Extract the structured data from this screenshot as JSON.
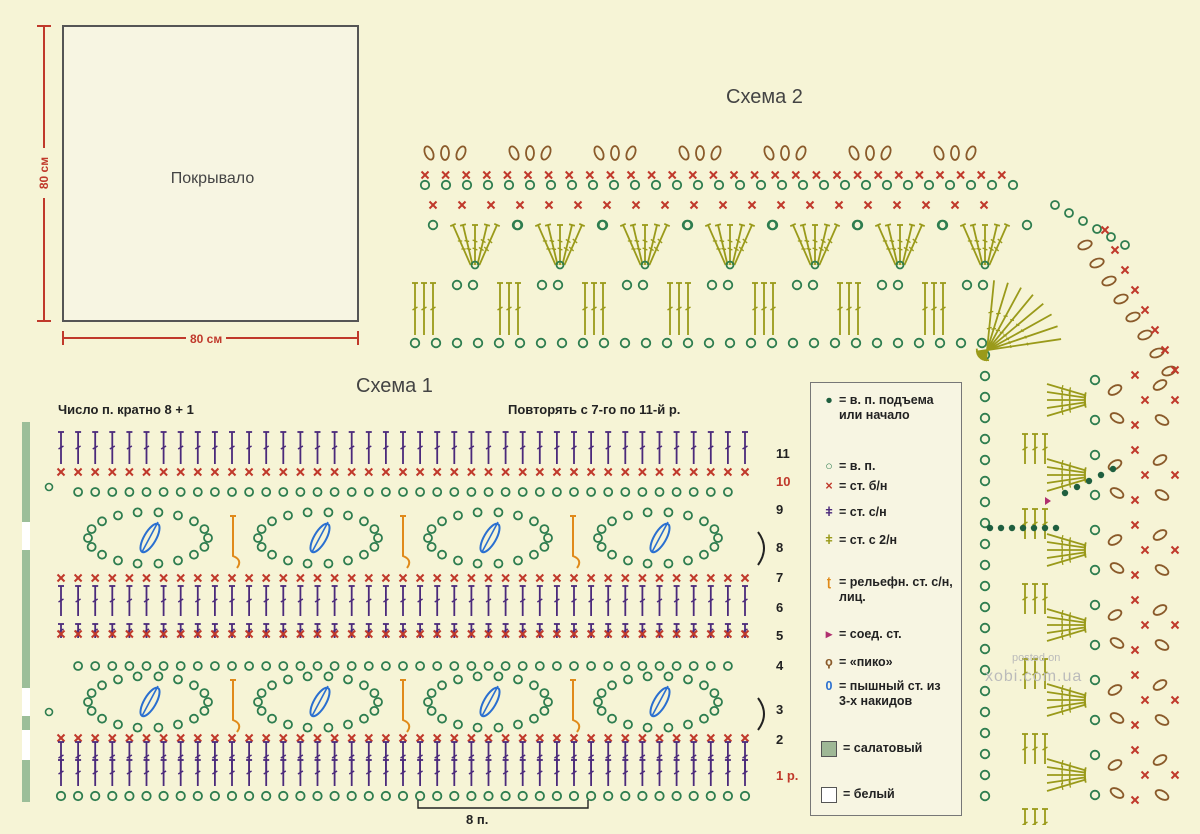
{
  "blanket": {
    "label": "Покрывало",
    "width_label": "80 см",
    "height_label": "80 см"
  },
  "scheme1": {
    "title": "Схема 1",
    "multiple_note": "Число п. кратно 8 + 1",
    "repeat_note": "Повторять с 7-го по 11-й р.",
    "repeat_label": "8 п.",
    "rows": [
      {
        "label": "11",
        "red": false
      },
      {
        "label": "10",
        "red": true
      },
      {
        "label": "9",
        "red": false
      },
      {
        "label": "8",
        "red": false
      },
      {
        "label": "7",
        "red": false
      },
      {
        "label": "6",
        "red": false
      },
      {
        "label": "5",
        "red": false
      },
      {
        "label": "4",
        "red": false
      },
      {
        "label": "3",
        "red": false
      },
      {
        "label": "2",
        "red": false
      },
      {
        "label": "1 р.",
        "red": true
      }
    ]
  },
  "scheme2": {
    "title": "Схема 2"
  },
  "legend": {
    "items": [
      {
        "icon": "turning-chain-icon",
        "color": "#1f5f3f",
        "text": "= в. п. подъема или начало"
      },
      {
        "icon": "chain-icon",
        "color": "#2e7d4f",
        "text": "= в. п."
      },
      {
        "icon": "single-crochet-icon",
        "color": "#c0392b",
        "text": "= ст. б/н"
      },
      {
        "icon": "double-crochet-icon",
        "color": "#4b2a7b",
        "text": "= ст. с/н"
      },
      {
        "icon": "treble-crochet-icon",
        "color": "#9a9a1a",
        "text": "= ст. с 2/н"
      },
      {
        "icon": "relief-stitch-icon",
        "color": "#e08a1a",
        "text": "= рельефн. ст. с/н, лиц."
      },
      {
        "icon": "slip-stitch-icon",
        "color": "#b0306f",
        "text": "= соед. ст."
      },
      {
        "icon": "picot-icon",
        "color": "#8a5a2a",
        "text": "= «пико»"
      },
      {
        "icon": "puff-stitch-icon",
        "color": "#2a6fd0",
        "text": "= пышный ст. из 3-х накидов"
      },
      {
        "icon": "light-green-swatch-icon",
        "color": "#9fb896",
        "text": "= салатовый"
      },
      {
        "icon": "white-swatch-icon",
        "color": "#ffffff",
        "text": "= белый"
      }
    ]
  },
  "watermark": {
    "line1": "posted on",
    "line2": "xobi.com.ua"
  },
  "colors": {
    "red": "#c0392b",
    "green": "#2e7d4f",
    "purple": "#4b2a7b",
    "olive": "#9a9a1a",
    "orange": "#e08a1a",
    "blue": "#2a6fd0",
    "brown": "#8a5a2a"
  }
}
